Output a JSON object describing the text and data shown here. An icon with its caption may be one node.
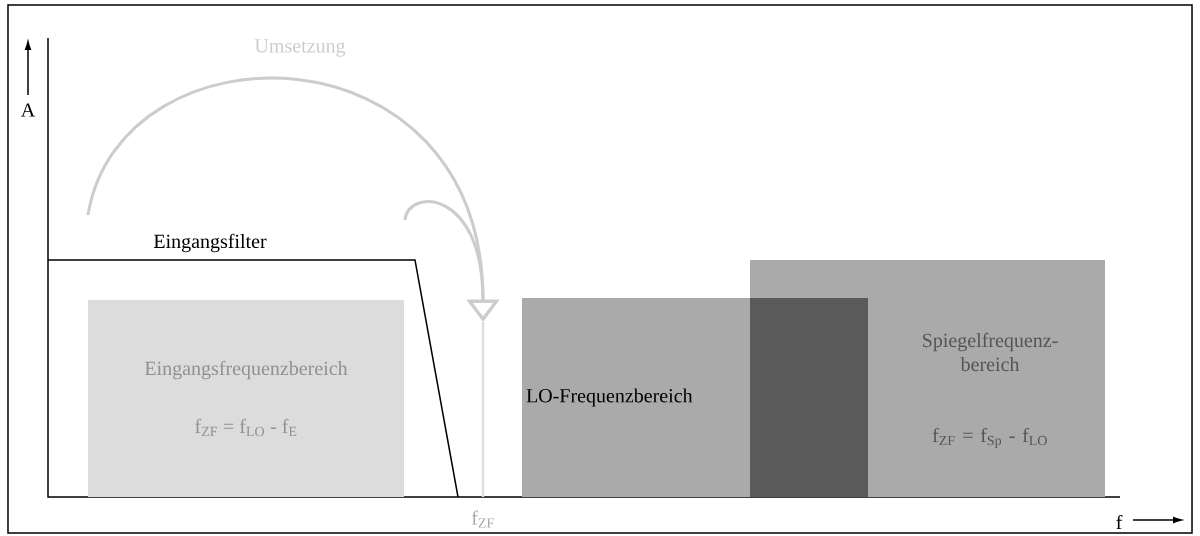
{
  "diagram": {
    "nodes": [
      {
        "text": [
          "Eingangsfrequenzbereich",
          "f$_{ZF}$ = f$_{LO}$ - f$_{E}$"
        ]
      },
      {
        "text": [
          "LO-Frequenzbereich"
        ]
      },
      {
        "text": [
          "Spiegelfrequenz- bereich",
          "f$_{ZF}$ = f$_{Sp}$ - f$_{LO}$"
        ]
      },
      {
        "text": [],
        "shape": "bar",
        "beside": [
          "f$_{ZF}$"
        ]
      }
    ],
    "edges": [
      {
        "from": null,
        "to": 3,
        "arrow": "to",
        "label": "Umsetzung",
        "color": "#cccccc"
      },
      {
        "from": null,
        "to": 3,
        "arrow": "to",
        "color": "#cccccc"
      }
    ],
    "labels": [
      "A",
      "Eingangsfilter",
      "f"
    ]
  }
}
